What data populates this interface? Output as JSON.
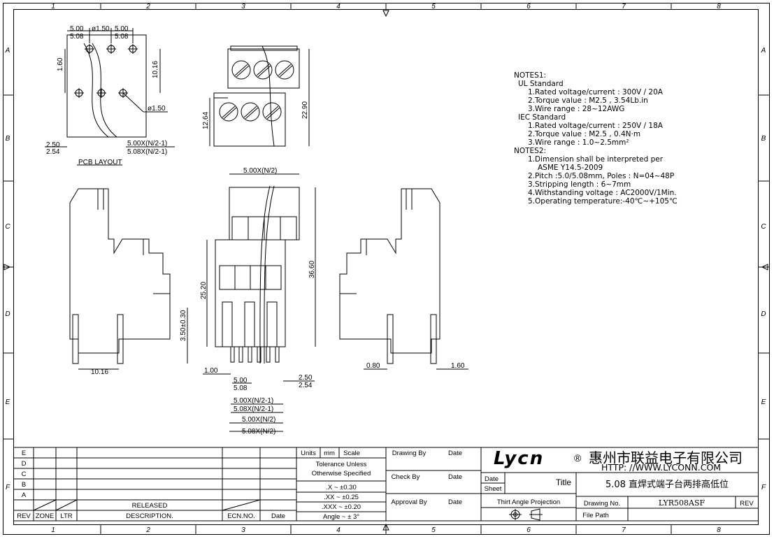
{
  "frame": {
    "col_numbers": [
      "1",
      "2",
      "3",
      "4",
      "5",
      "6",
      "7",
      "8"
    ],
    "row_letters": [
      "A",
      "B",
      "C",
      "D",
      "E",
      "F"
    ]
  },
  "pcb_layout": {
    "label": "PCB LAYOUT",
    "dims": {
      "top_5_00_a": "5.00",
      "top_5_08_a": "5.08",
      "top_hole": "ø1.50",
      "top_5_00_b": "5.00",
      "top_5_08_b": "5.08",
      "left_1_60": "1.60",
      "right_10_16": "10.16",
      "hole_1_50": "ø1.50",
      "bottom_2_50": "2.50",
      "bottom_2_54": "2.54",
      "pitch_5_00": "5.00X(N/2-1)",
      "pitch_5_08": "5.08X(N/2-1)"
    }
  },
  "top_view": {
    "dim_12_64": "12.64",
    "dim_22_90": "22.90"
  },
  "left_view": {
    "dim_3_50": "3.50±0.30",
    "dim_10_16": "10.16"
  },
  "front_view": {
    "top_width": "5.00X(N/2)",
    "dim_25_20": "25.20",
    "dim_36_60": "36.60",
    "dim_1_00": "1.00",
    "dim_5_00": "5.00",
    "dim_5_08": "5.08",
    "dim_2_50": "2.50",
    "dim_2_54": "2.54",
    "b1": "5.00X(N/2-1)",
    "b2": "5.08X(N/2-1)",
    "b3": "5.00X(N/2)",
    "b4": "5.08X(N/2)"
  },
  "right_view": {
    "dim_0_80": "0.80",
    "dim_1_60": "1.60"
  },
  "notes": [
    {
      "text": "NOTES1:",
      "indent": 0
    },
    {
      "text": "UL Standard",
      "indent": 1
    },
    {
      "text": "1.Rated voltage/current : 300V / 20A",
      "indent": 2
    },
    {
      "text": "2.Torque value : M2.5 , 3.54Lb.in",
      "indent": 2
    },
    {
      "text": "3.Wire range : 28~12AWG",
      "indent": 2
    },
    {
      "text": "IEC Standard",
      "indent": 1
    },
    {
      "text": "1.Rated voltage/current : 250V / 18A",
      "indent": 2
    },
    {
      "text": "2.Torque value : M2.5 , 0.4N·m",
      "indent": 2
    },
    {
      "text": "3.Wire range : 1.0~2.5mm²",
      "indent": 2
    },
    {
      "text": "NOTES2:",
      "indent": 0
    },
    {
      "text": "1.Dimension shall be interpreted per",
      "indent": 2
    },
    {
      "text": "ASME Y14.5-2009",
      "indent": 3
    },
    {
      "text": "2.Pitch :5.0/5.08mm, Poles : N=04~48P",
      "indent": 2
    },
    {
      "text": "3.Stripping length : 6~7mm",
      "indent": 2
    },
    {
      "text": "4.Withstanding voltage : AC2000V/1Min.",
      "indent": 2
    },
    {
      "text": "5.Operating temperature:-40℃~+105℃",
      "indent": 2
    }
  ],
  "title_block": {
    "rev_rows": [
      "E",
      "D",
      "C",
      "B",
      "A"
    ],
    "released": "RELEASED",
    "hdr_rev": "REV",
    "hdr_zone": "ZONE",
    "hdr_ltr": "LTR",
    "hdr_desc": "DESCRIPTION.",
    "hdr_ecn": "ECN.NO.",
    "hdr_date": "Date",
    "units": "Units",
    "mm": "mm",
    "scale": "Scale",
    "tol1": "Tolerance Unless",
    "tol2": "Otherwise Specified",
    "tol_x": ".X  ~  ±0.30",
    "tol_xx": ".XX  ~  ±0.25",
    "tol_xxx": ".XXX  ~  ±0.20",
    "tol_angle": "Angle  ~  ± 3°",
    "drawing_by": "Drawing By",
    "check_by": "Check  By",
    "approval_by": "Approval By",
    "date": "Date",
    "logo": "Lycn",
    "reg": "®",
    "company": "惠州市联益电子有限公司",
    "url": "HTTP: //WWW.LYCONN.COM",
    "sheet_date": "Date",
    "sheet": "Sheet",
    "title_lbl": "Title",
    "title_val": "5.08 直焊式端子台两排高低位",
    "projection": "Thirt Angle Projection",
    "drawing_no_lbl": "Drawing No.",
    "drawing_no": "LYR508ASF",
    "rev": "REV",
    "file_path": "File Path"
  }
}
